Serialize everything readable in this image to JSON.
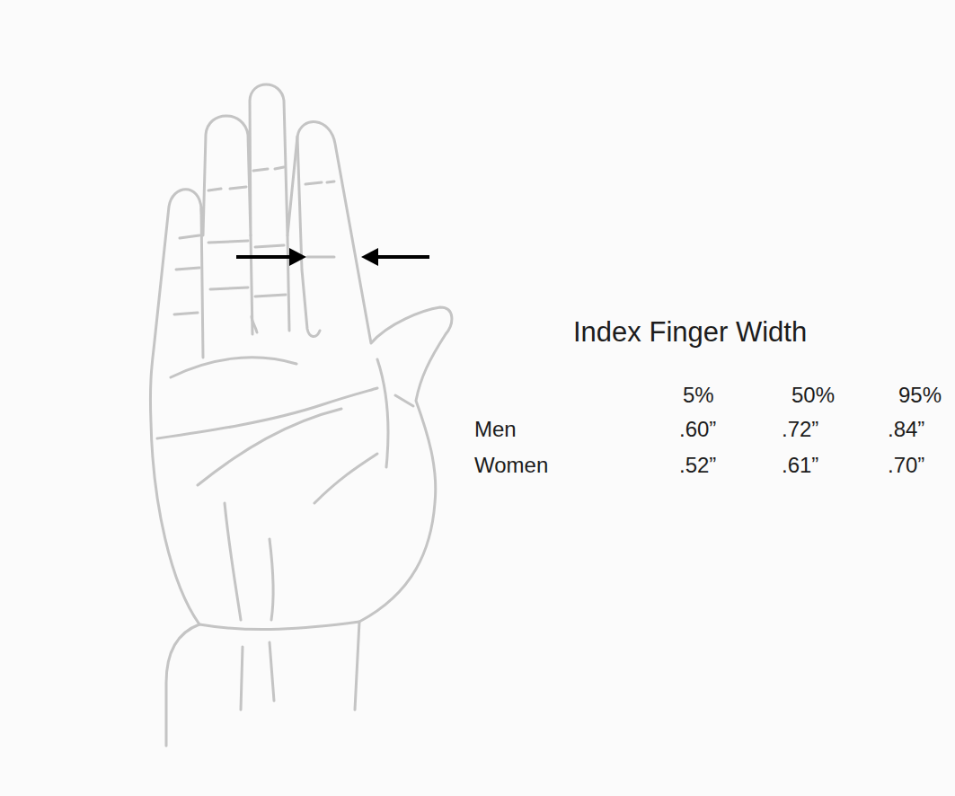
{
  "diagram": {
    "title": "Index Finger Width",
    "labels": [
      "5%",
      "50%",
      "95%",
      "Men",
      ".60”",
      ".72”",
      ".84”",
      "Women",
      ".52”",
      ".61”",
      ".70”"
    ]
  }
}
